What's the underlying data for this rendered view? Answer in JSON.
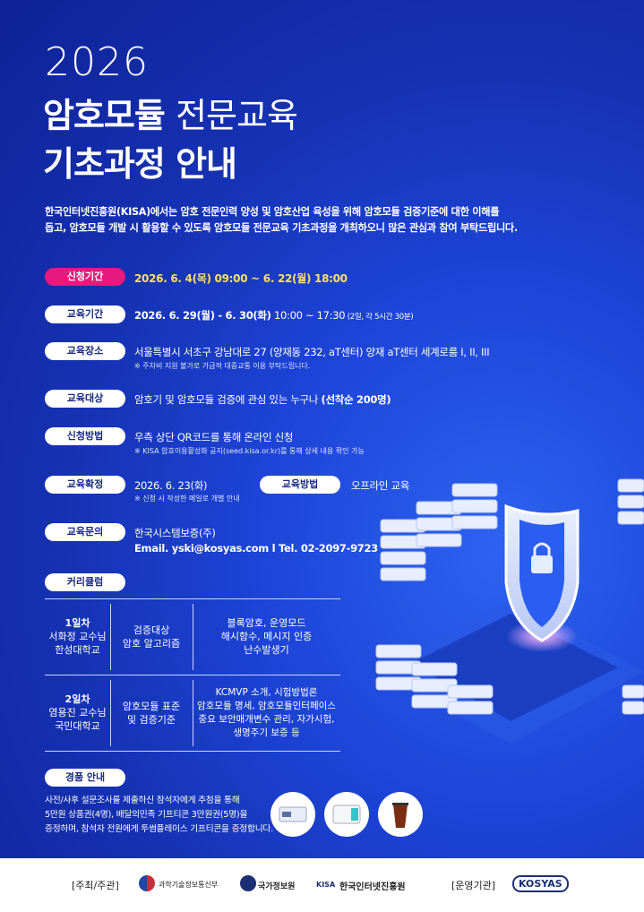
{
  "header": {
    "year": "2026",
    "title_bold": "암호모듈",
    "title_thin": "전문교육",
    "title_line2": "기초과정 안내"
  },
  "intro": {
    "line1": "한국인터넷진흥원(KISA)에서는 암호 전문인력 양성 및 암호산업 육성을 위해 암호모듈 검증기준에 대한 이해를",
    "line2": "돕고, 암호모듈 개발 시 활용할 수 있도록 암호모듈 전문교육 기초과정을 개최하오니 많은 관심과 참여 부탁드립니다."
  },
  "info": {
    "apply_period": {
      "label": "신청기간",
      "value": "2026. 6. 4(목) 09:00 ~ 6. 22(월) 18:00"
    },
    "edu_period": {
      "label": "교육기간",
      "value_bold": "2026. 6. 29(월) - 6. 30(화)",
      "value": " 10:00 ~ 17:30",
      "value_small": " (2일, 각 5시간 30분)"
    },
    "edu_place": {
      "label": "교육장소",
      "value": "서울특별시 서초구 강남대로 27 (양재동 232, aT센터) 양재 aT센터 세계로룸 I, II, III",
      "note": "※ 주차비 지원 불가로 가급적 대중교통 이용 부탁드립니다."
    },
    "edu_target": {
      "label": "교육대상",
      "value": "암호기 및 암호모듈 검증에 관심 있는 누구나 ",
      "value_bold": "(선착순 200명)"
    },
    "apply_method": {
      "label": "신청방법",
      "value": "우측 상단 QR코드를 통해 온라인 신청",
      "note": "※ KISA 암호이용활성화 공지(seed.kisa.or.kr)를 통해 상세 내용 확인 가능"
    },
    "confirm": {
      "label": "교육확정",
      "value": "2026. 6. 23(화)",
      "note": "※ 신청 시 작성한 메일로 개별 안내"
    },
    "method": {
      "label": "교육방법",
      "value": "오프라인 교육"
    },
    "contact": {
      "label": "교육문의",
      "value": "한국시스템보증(주)",
      "email": "Email. yski@kosyas.com  l  Tel. 02-2097-9723"
    }
  },
  "curriculum": {
    "label": "커리큘럼",
    "day1": {
      "day": "1일차",
      "lecturer": "서화정 교수님",
      "school": "한성대학교",
      "topic1": "검증대상",
      "topic2": "암호 알고리즘",
      "detail1": "블록암호, 운영모드",
      "detail2": "해시함수, 메시지 인증",
      "detail3": "난수발생기"
    },
    "day2": {
      "day": "2일차",
      "lecturer": "염용진 교수님",
      "school": "국민대학교",
      "topic1": "암호모듈 표준",
      "topic2": "및 검증기준",
      "detail1": "KCMVP 소개, 시험방법론",
      "detail2": "암호모듈 명세, 암호모듈인터페이스",
      "detail3": "중요 보안매개변수 관리, 자가시험,",
      "detail4": "생명주기 보증 등"
    }
  },
  "prize": {
    "label": "경품 안내",
    "line1": "사전/사후 설문조사를 제출하신 참석자에게 추첨을 통해",
    "line2": "5만원 상품권(4명), 배달의민족 기프티콘 3만원권(5명)을",
    "line3": "증정하며, 참석자 전원에게 투썸플레이스 기프티콘을 증정합니다."
  },
  "footer": {
    "host": "[주최/주관]",
    "org1": "과학기술정보통신부",
    "org2": "국가정보원",
    "org3": "한국인터넷진흥원",
    "operator": "[운영기관]",
    "org4": "KOSYAS"
  },
  "colors": {
    "accent_pink": "#e5197e",
    "highlight_yellow": "#ffe15a",
    "bg_blue": "#1d44d6"
  }
}
